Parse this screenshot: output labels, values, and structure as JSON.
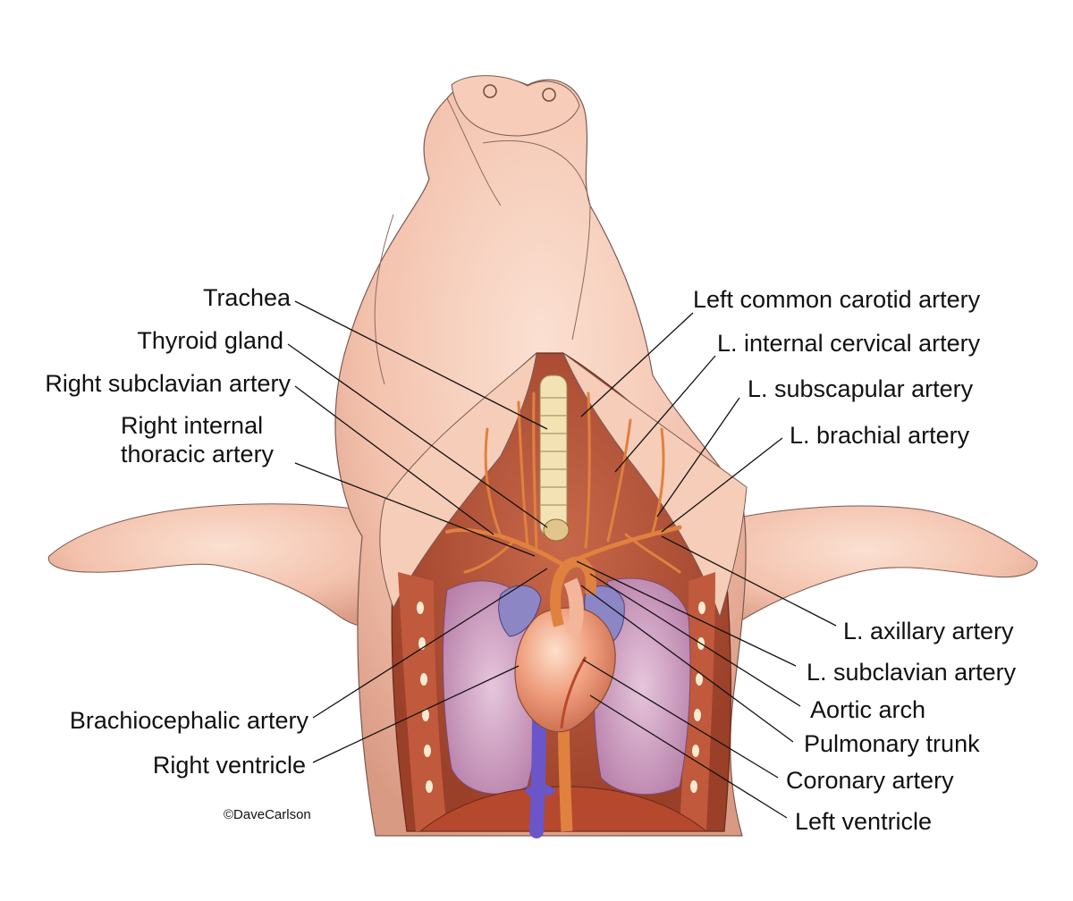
{
  "labels_left": [
    "Trachea",
    "Thyroid gland",
    "Right subclavian artery",
    "Right internal",
    "thoracic artery",
    "Brachiocephalic artery",
    "Right ventricle"
  ],
  "labels_right": [
    "Left common carotid artery",
    "L. internal cervical artery",
    "L. subscapular artery",
    "L. brachial artery",
    "L. axillary artery",
    "L. subclavian artery",
    "Aortic arch",
    "Pulmonary trunk",
    "Coronary artery",
    "Left ventricle"
  ],
  "credit": "©DaveCarlson",
  "colors": {
    "skin": "#f3c2ad",
    "skin_shadow": "#d99a84",
    "muscle": "#b8553a",
    "artery": "#e0813f",
    "lung": "#cfa3c6",
    "thymus": "#8d86c4",
    "vein": "#6a56c8",
    "heart": "#f0a080",
    "trachea": "#f3e2b4",
    "leader": "#111111"
  }
}
